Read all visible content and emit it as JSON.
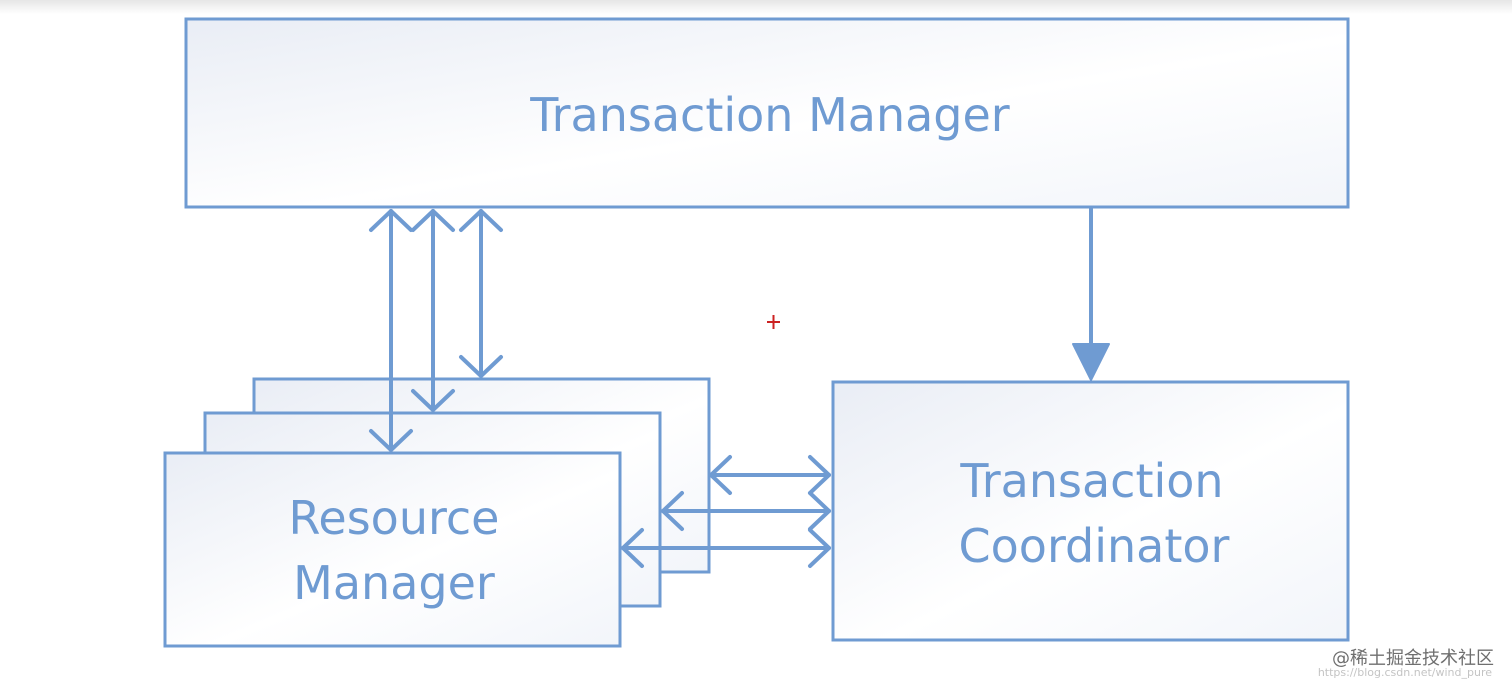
{
  "diagram": {
    "nodes": {
      "transaction_manager": {
        "label": "Transaction Manager"
      },
      "resource_manager": {
        "label_lines": [
          "Resource",
          "Manager"
        ]
      },
      "transaction_coordinator": {
        "label_lines": [
          "Transaction",
          "Coordinator"
        ]
      }
    },
    "edges": [
      {
        "from": "transaction_manager",
        "to": "resource_manager",
        "direction": "bidirectional",
        "count": 3
      },
      {
        "from": "transaction_manager",
        "to": "transaction_coordinator",
        "direction": "forward",
        "count": 1
      },
      {
        "from": "resource_manager",
        "to": "transaction_coordinator",
        "direction": "bidirectional",
        "count": 3
      }
    ],
    "colors": {
      "stroke": "#6f9bd2",
      "text": "#6f9bd2",
      "cursor": "#cc2222"
    }
  },
  "watermark": {
    "main": "@稀土掘金技术社区",
    "url": "https://blog.csdn.net/wind_pure"
  }
}
